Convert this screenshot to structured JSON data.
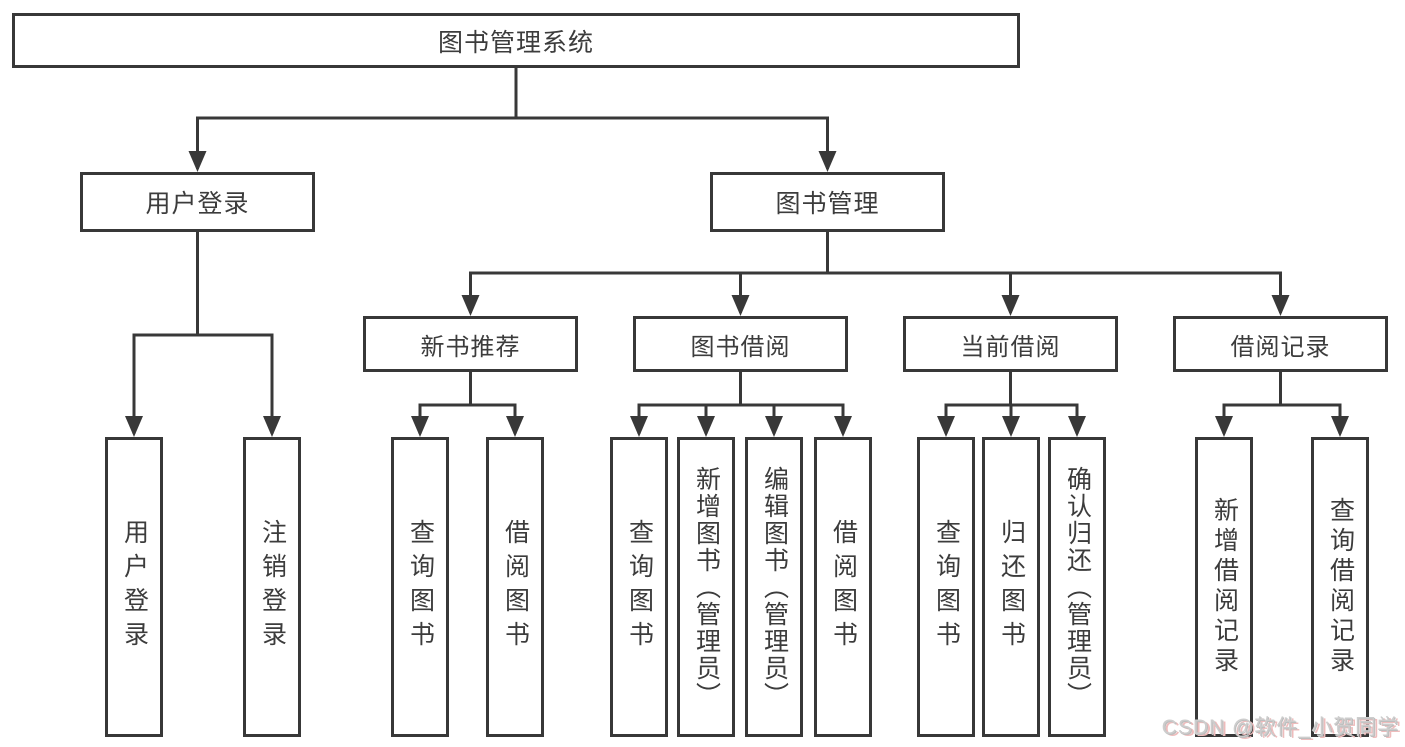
{
  "diagram": {
    "type": "hierarchy-tree",
    "colors": {
      "line": "#383838",
      "box_border": "#383838",
      "label_text": "#3c3c3c",
      "background": "#ffffff",
      "watermark_text": "#cdcdcd",
      "watermark_shadow": "#eebcbc"
    },
    "nodes": {
      "root": {
        "label": "图书管理系统"
      },
      "login": {
        "label": "用户登录"
      },
      "mgmt": {
        "label": "图书管理"
      },
      "rec": {
        "label": "新书推荐"
      },
      "borrow": {
        "label": "图书借阅"
      },
      "current": {
        "label": "当前借阅"
      },
      "record": {
        "label": "借阅记录"
      },
      "leaf_login": {
        "label": "用户登录"
      },
      "leaf_logout": {
        "label": "注销登录"
      },
      "leaf_rec_query": {
        "label": "查询图书"
      },
      "leaf_rec_borrow": {
        "label": "借阅图书"
      },
      "leaf_bor_query": {
        "label": "查询图书"
      },
      "leaf_bor_add": {
        "label": "新增图书（管理员）"
      },
      "leaf_bor_edit": {
        "label": "编辑图书（管理员）"
      },
      "leaf_bor_borrow": {
        "label": "借阅图书"
      },
      "leaf_cur_query": {
        "label": "查询图书"
      },
      "leaf_cur_return": {
        "label": "归还图书"
      },
      "leaf_cur_confirm": {
        "label": "确认归还（管理员）"
      },
      "leaf_brec_add": {
        "label": "新增借阅记录"
      },
      "leaf_brec_query": {
        "label": "查询借阅记录"
      }
    },
    "edges": [
      "root->login",
      "root->mgmt",
      "login->leaf_login",
      "login->leaf_logout",
      "mgmt->rec",
      "mgmt->borrow",
      "mgmt->current",
      "mgmt->record",
      "rec->leaf_rec_query",
      "rec->leaf_rec_borrow",
      "borrow->leaf_bor_query",
      "borrow->leaf_bor_add",
      "borrow->leaf_bor_edit",
      "borrow->leaf_bor_borrow",
      "current->leaf_cur_query",
      "current->leaf_cur_return",
      "current->leaf_cur_confirm",
      "record->leaf_brec_add",
      "record->leaf_brec_query"
    ],
    "watermark": {
      "text": "CSDN @软件_小贺同学"
    }
  }
}
